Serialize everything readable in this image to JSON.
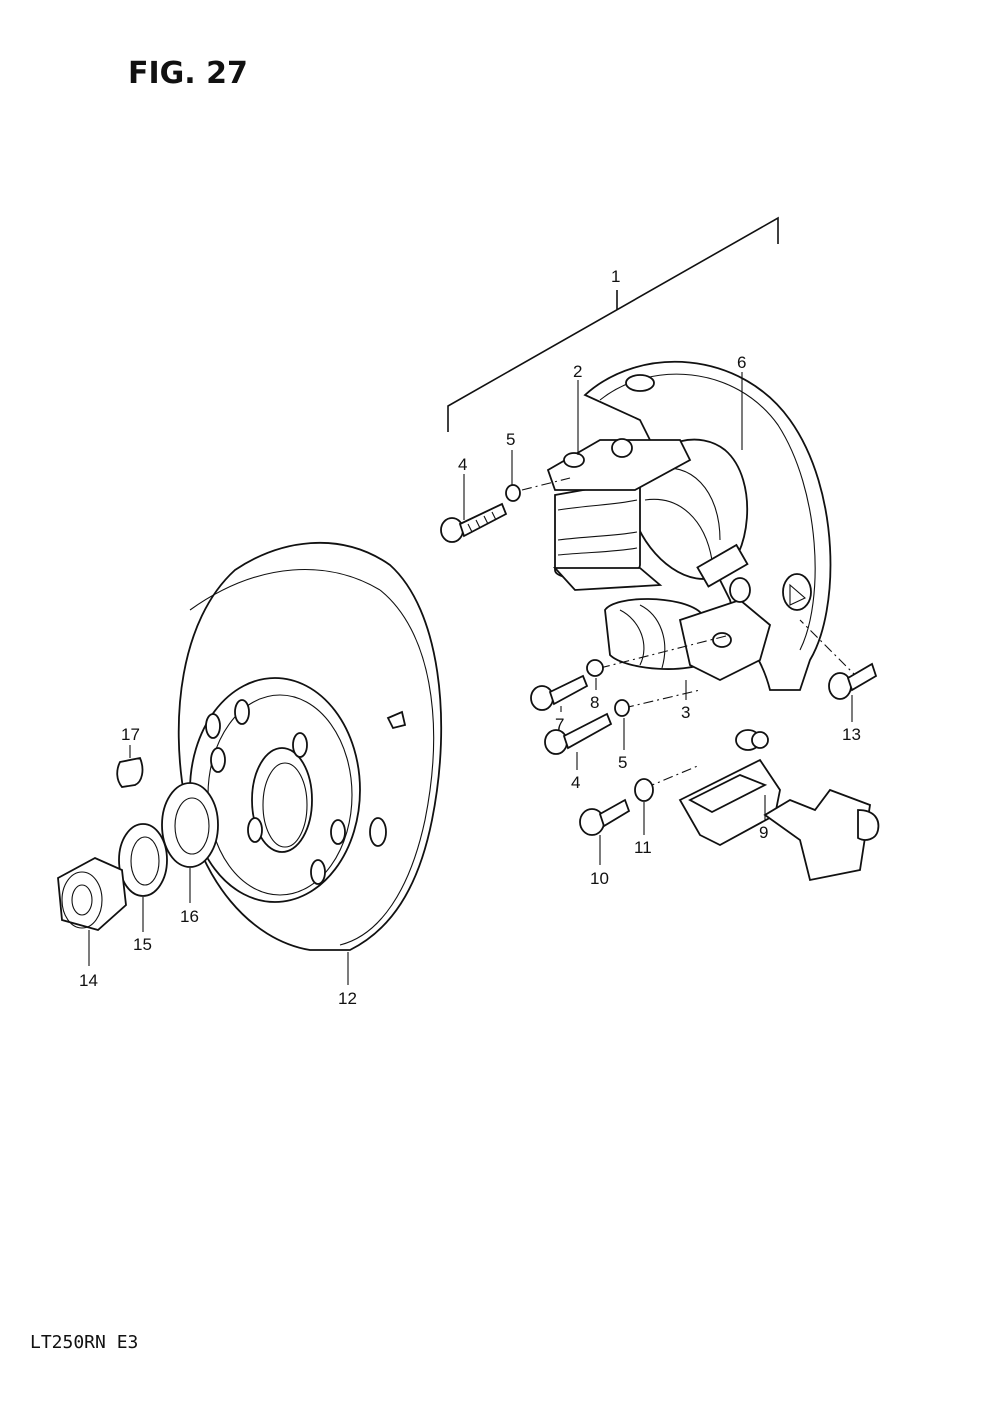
{
  "figure": {
    "title": "FIG. 27"
  },
  "footer": {
    "model_code": "LT250RN  E3"
  },
  "callouts": {
    "c1": "1",
    "c2": "2",
    "c3": "3",
    "c4a": "4",
    "c4b": "4",
    "c5a": "5",
    "c5b": "5",
    "c6": "6",
    "c7": "7",
    "c8": "8",
    "c9": "9",
    "c10": "10",
    "c11": "11",
    "c12": "12",
    "c13": "13",
    "c14": "14",
    "c15": "15",
    "c16": "16",
    "c17": "17"
  }
}
